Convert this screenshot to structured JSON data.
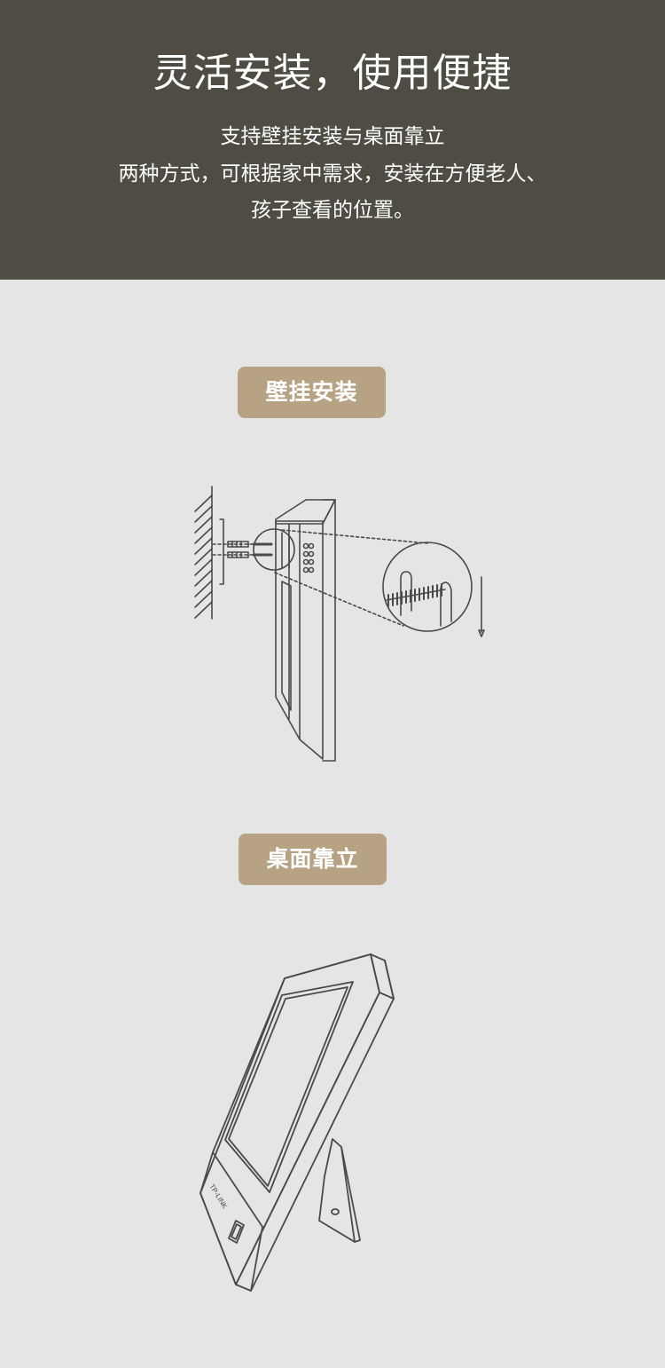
{
  "header": {
    "headline": "灵活安装，使用便捷",
    "subtitle_lines": [
      "支持壁挂安装与桌面靠立",
      "两种方式，可根据家中需求，安装在方便老人、",
      "孩子查看的位置。"
    ]
  },
  "sections": [
    {
      "label": "壁挂安装",
      "icon": "wall-mount-illustration"
    },
    {
      "label": "桌面靠立",
      "icon": "desk-stand-illustration"
    }
  ],
  "device": {
    "brand_text": "TP-LINK"
  },
  "colors": {
    "header_bg": "#4e4c43",
    "page_bg": "#e5e5e5",
    "badge_bg": "#b7a383",
    "line_art": "#4a4a4a",
    "text_light": "#ffffff"
  }
}
